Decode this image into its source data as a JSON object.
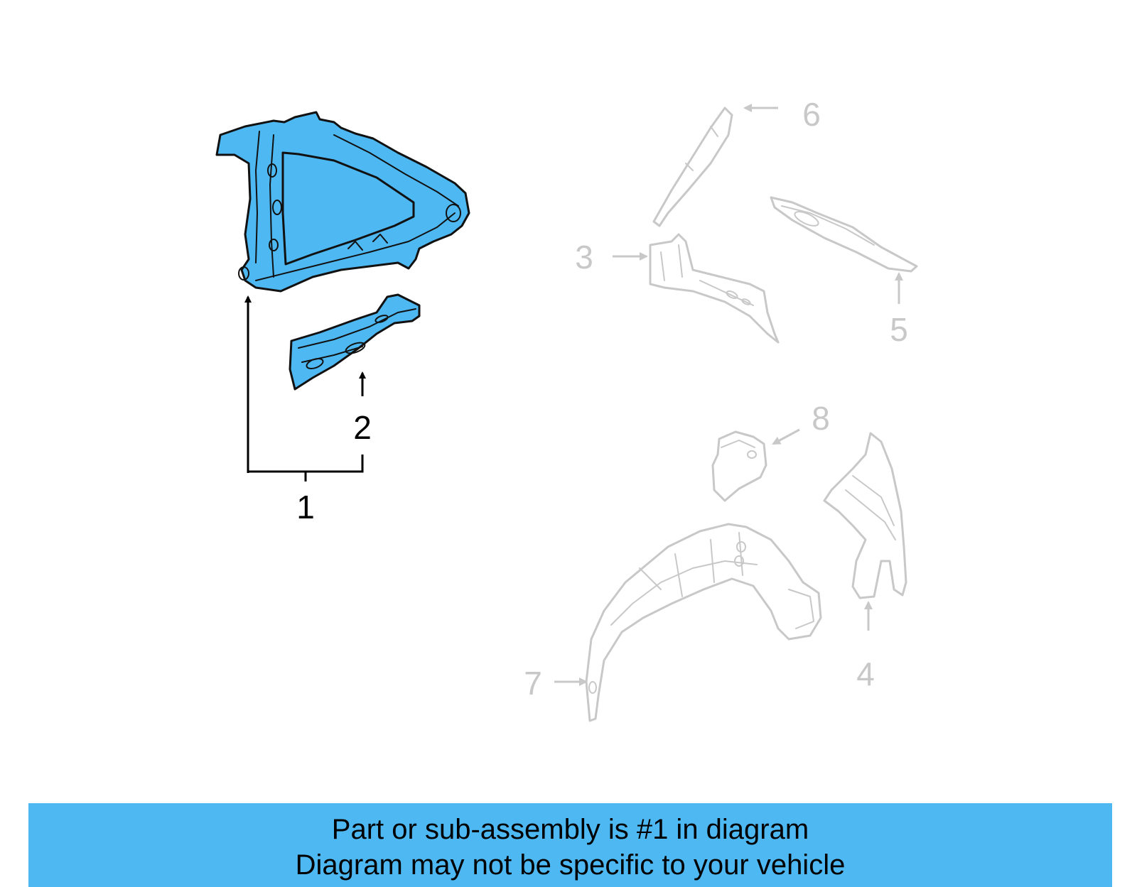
{
  "callouts": {
    "c1": "1",
    "c2": "2",
    "c3": "3",
    "c4": "4",
    "c5": "5",
    "c6": "6",
    "c7": "7",
    "c8": "8"
  },
  "highlighted_part": "1",
  "colors": {
    "highlight_fill": "#4db8f2",
    "ghost_stroke": "#c8c8c8",
    "banner_bg": "#4db8f2"
  },
  "banner": {
    "line1": "Part or sub-assembly is #1 in diagram",
    "line2": "Diagram may not be specific to your vehicle"
  }
}
